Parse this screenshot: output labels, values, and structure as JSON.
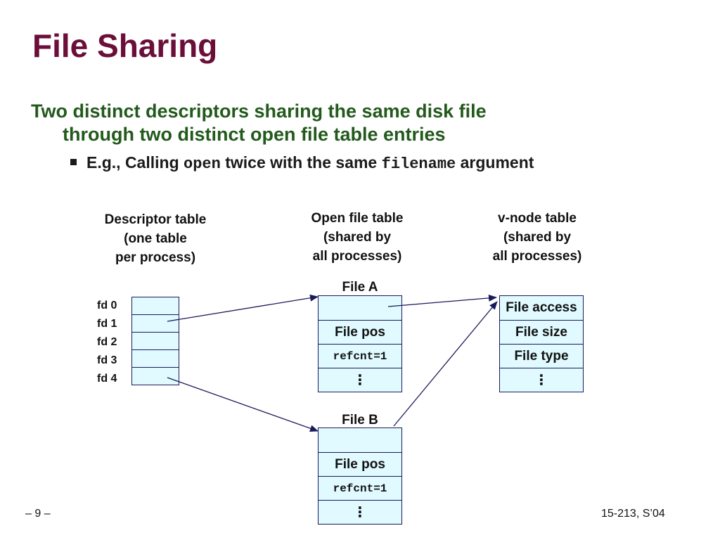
{
  "slide": {
    "title": "File Sharing",
    "main_point_line1": "Two distinct descriptors sharing the same disk file",
    "main_point_line2": "through two distinct open file table entries",
    "sub_point": {
      "prefix": "E.g., Calling ",
      "code1": "open",
      "middle": " twice with the same ",
      "code2": "filename",
      "suffix": " argument"
    }
  },
  "diagram": {
    "descriptor_table": {
      "heading": [
        "Descriptor table",
        "(one table",
        "per process)"
      ],
      "fds": [
        "fd 0",
        "fd 1",
        "fd 2",
        "fd 3",
        "fd 4"
      ]
    },
    "open_file_table": {
      "heading": [
        "Open file table",
        "(shared by",
        "all processes)"
      ],
      "file_a": {
        "label": "File A",
        "cells": [
          "",
          "File pos",
          "refcnt=1",
          "⋮"
        ]
      },
      "file_b": {
        "label": "File B",
        "cells": [
          "",
          "File pos",
          "refcnt=1",
          "⋮"
        ]
      }
    },
    "vnode_table": {
      "heading": [
        "v-node table",
        "(shared by",
        "all processes)"
      ],
      "cells": [
        "File access",
        "File size",
        "File type",
        "⋮"
      ]
    },
    "colors": {
      "cell_fill": "#e0faff",
      "border": "#1a1a5a",
      "arrow": "#1a1a5a"
    }
  },
  "footer": {
    "page": "– 9 –",
    "course": "15-213, S’04"
  }
}
